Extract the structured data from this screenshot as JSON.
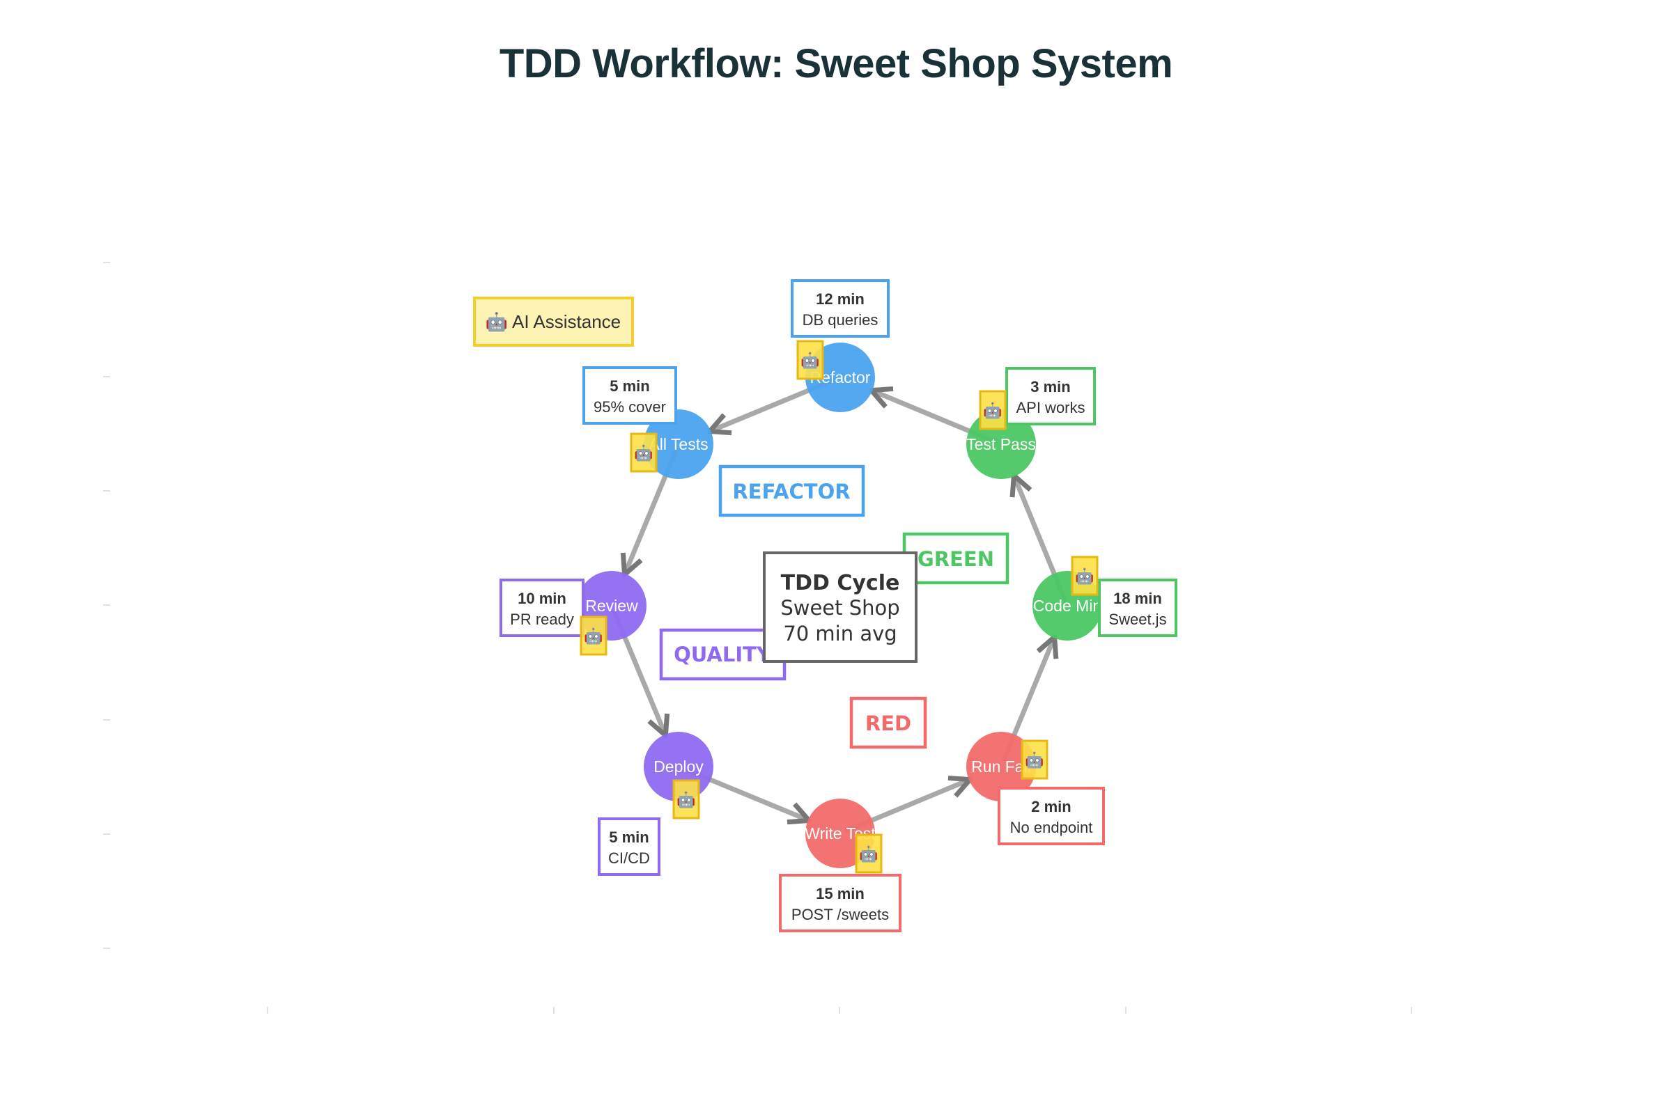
{
  "title": "TDD Workflow: Sweet Shop System",
  "colors": {
    "red": "#f26b6b",
    "green": "#4cc764",
    "blue": "#4ba3ef",
    "purple": "#8f6af0",
    "arrow": "#8c8c8c",
    "ai_fill": "#fde047",
    "ai_border": "#e8b812",
    "legend_fill": "#fdf3b5",
    "center_border": "#666666",
    "text": "#333333"
  },
  "legend": {
    "icon": "ai-sparkle-icon",
    "label": "🤖 AI Assistance"
  },
  "center": {
    "title": "TDD Cycle",
    "subtitle": "Sweet Shop",
    "note": "70 min avg"
  },
  "phases": [
    {
      "id": "refactor",
      "label": "REFACTOR",
      "color": "blue"
    },
    {
      "id": "green",
      "label": "GREEN",
      "color": "green"
    },
    {
      "id": "quality",
      "label": "QUALITY",
      "color": "purple"
    },
    {
      "id": "red",
      "label": "RED",
      "color": "red"
    }
  ],
  "steps": [
    {
      "id": "refactor",
      "label": "Refactor",
      "minutes": "12 min",
      "detail": "DB queries",
      "color": "blue",
      "ai": "🤖"
    },
    {
      "id": "test-pass",
      "label": "Test Pass",
      "minutes": "3 min",
      "detail": "API works",
      "color": "green",
      "ai": "🤖"
    },
    {
      "id": "code-min",
      "label": "Code Min",
      "minutes": "18 min",
      "detail": "Sweet.js",
      "color": "green",
      "ai": "🤖"
    },
    {
      "id": "run-fail",
      "label": "Run Fail",
      "minutes": "2 min",
      "detail": "No endpoint",
      "color": "red",
      "ai": "🤖"
    },
    {
      "id": "write-test",
      "label": "Write Test",
      "minutes": "15 min",
      "detail": "POST /sweets",
      "color": "red",
      "ai": "🤖"
    },
    {
      "id": "deploy",
      "label": "Deploy",
      "minutes": "5 min",
      "detail": "CI/CD",
      "color": "purple",
      "ai": "🤖"
    },
    {
      "id": "review",
      "label": "Review",
      "minutes": "10 min",
      "detail": "PR ready",
      "color": "purple",
      "ai": "🤖"
    },
    {
      "id": "all-tests",
      "label": "All Tests",
      "minutes": "5 min",
      "detail": "95% cover",
      "color": "blue",
      "ai": "🤖"
    }
  ],
  "flow": [
    [
      "write-test",
      "run-fail"
    ],
    [
      "run-fail",
      "code-min"
    ],
    [
      "code-min",
      "test-pass"
    ],
    [
      "test-pass",
      "refactor"
    ],
    [
      "refactor",
      "all-tests"
    ],
    [
      "all-tests",
      "review"
    ],
    [
      "review",
      "deploy"
    ],
    [
      "deploy",
      "write-test"
    ]
  ]
}
